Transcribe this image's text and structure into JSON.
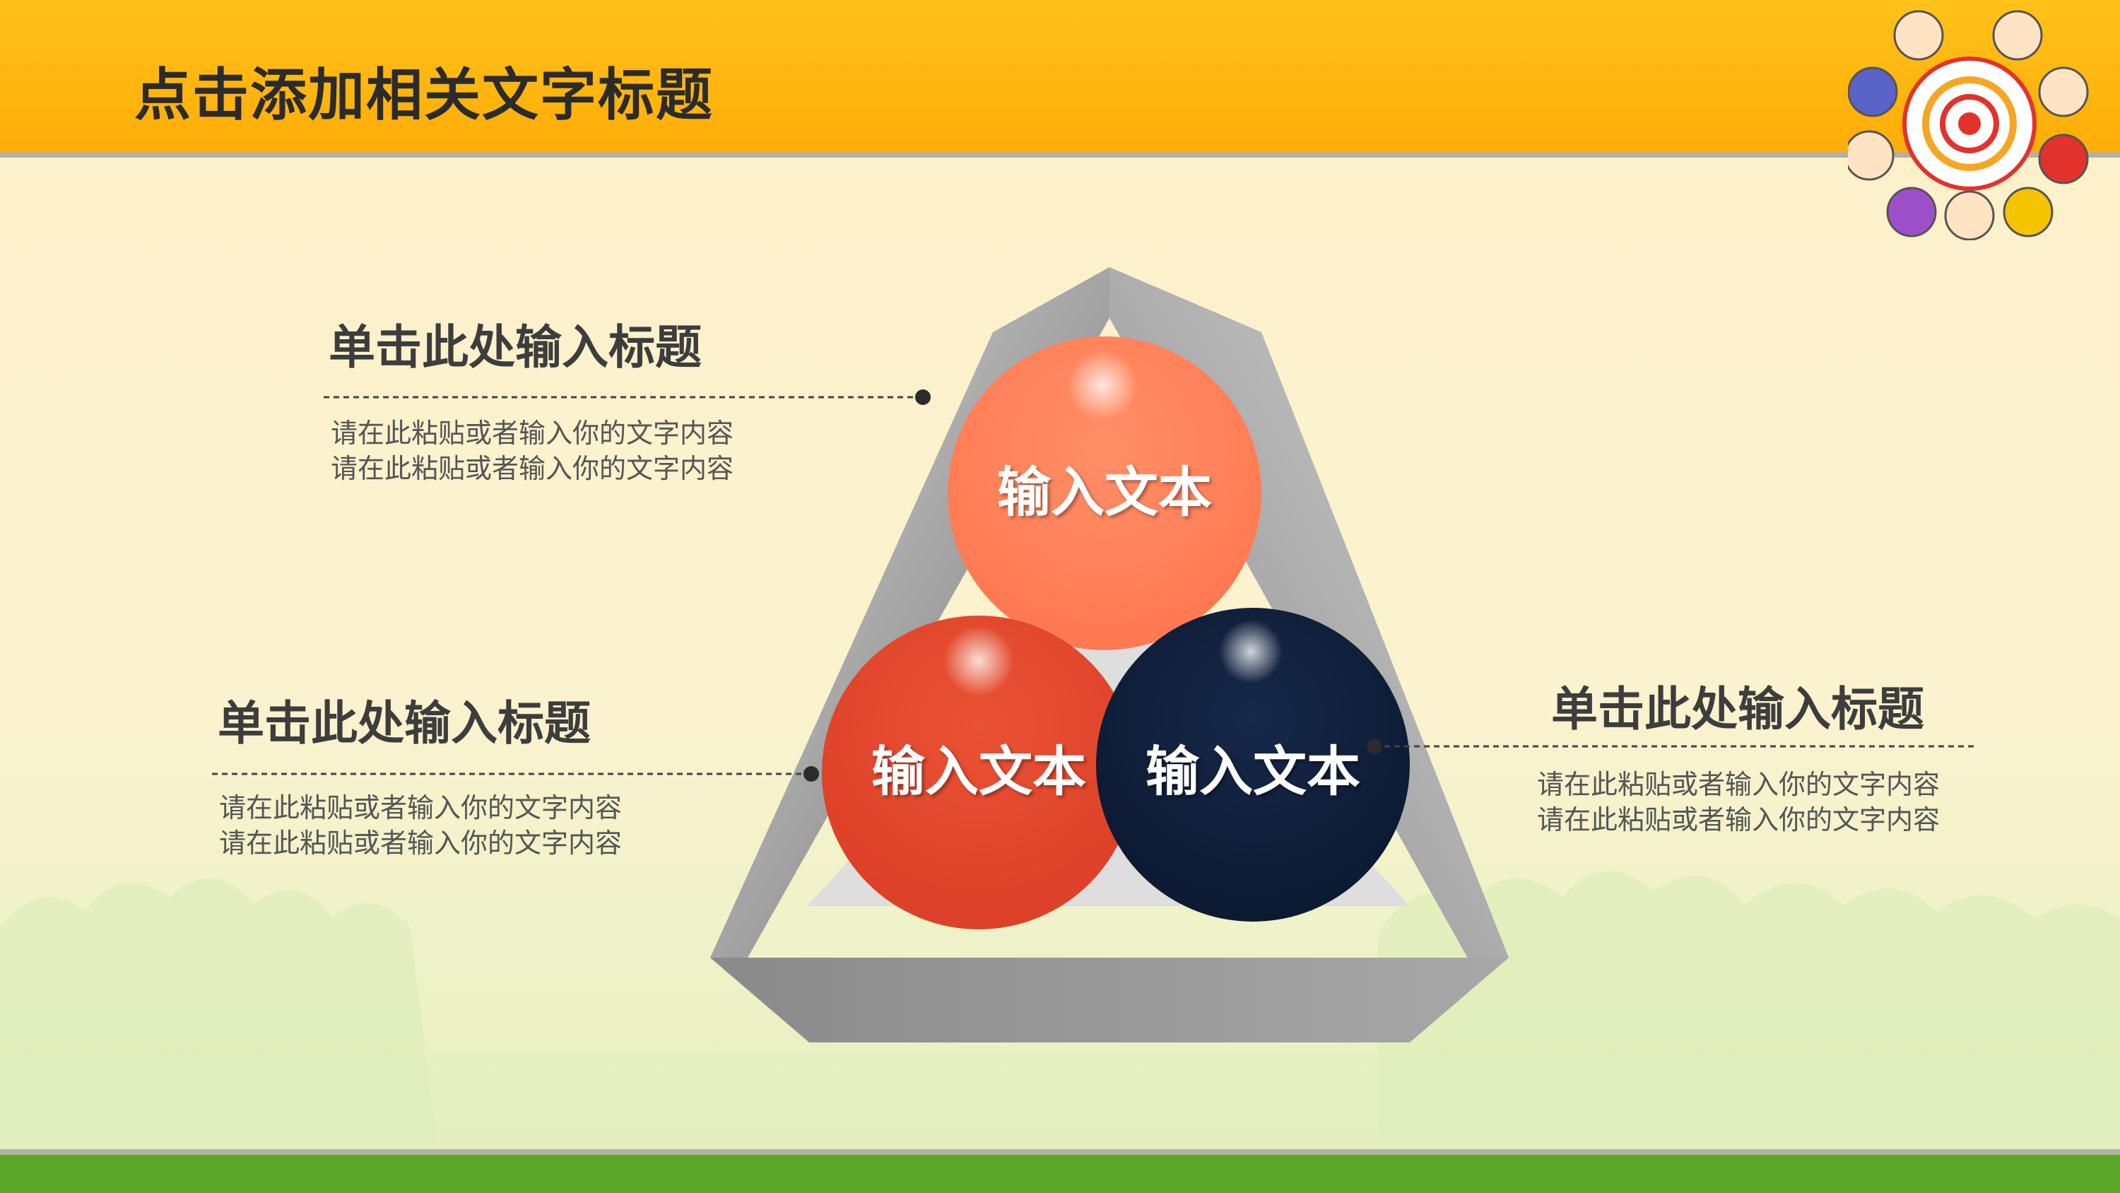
{
  "slide": {
    "title": "点击添加相关文字标题"
  },
  "colors": {
    "header": "#ffb30d",
    "background": "#fdf0c8",
    "footer": "#5ca628",
    "circle_top": "#ff7f5a",
    "circle_left": "#e4482e",
    "circle_right": "#0f1f3a",
    "frame": "#8f8f8f"
  },
  "badge": {
    "icon": "pinwheel-badge-icon"
  },
  "circles": {
    "top": {
      "label": "输入文本"
    },
    "left": {
      "label": "输入文本"
    },
    "right": {
      "label": "输入文本"
    }
  },
  "blocks": [
    {
      "heading": "单击此处输入标题",
      "lines": [
        "请在此粘贴或者输入你的文字内容",
        "请在此粘贴或者输入你的文字内容"
      ]
    },
    {
      "heading": "单击此处输入标题",
      "lines": [
        "请在此粘贴或者输入你的文字内容",
        "请在此粘贴或者输入你的文字内容"
      ]
    },
    {
      "heading": "单击此处输入标题",
      "lines": [
        "请在此粘贴或者输入你的文字内容",
        "请在此粘贴或者输入你的文字内容"
      ]
    }
  ]
}
